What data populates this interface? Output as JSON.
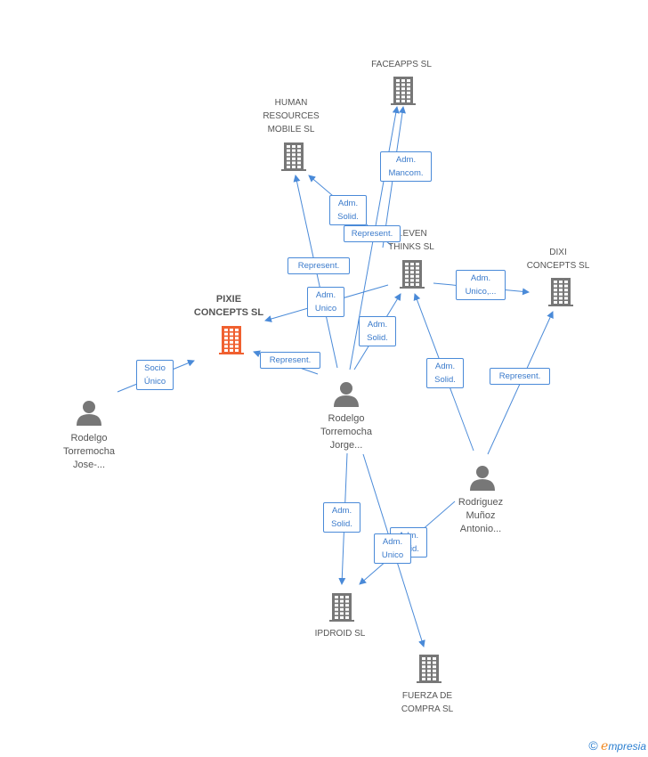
{
  "colors": {
    "edge": "#4a8ad8",
    "node": "#777777",
    "highlight": "#f06030",
    "label_text": "#3a7acb"
  },
  "nodes": {
    "faceapps": {
      "label": "FACEAPPS SL",
      "icon": "building-icon"
    },
    "human_resources": {
      "label": "HUMAN\nRESOURCES\nMOBILE SL",
      "icon": "building-icon"
    },
    "seven_thinks": {
      "label": "...EVEN\nTHINKS SL",
      "icon": "building-icon"
    },
    "dixi": {
      "label": "DIXI\nCONCEPTS SL",
      "icon": "building-icon"
    },
    "pixie": {
      "label": "PIXIE\nCONCEPTS SL",
      "icon": "building-icon"
    },
    "ipdroid": {
      "label": "IPDROID SL",
      "icon": "building-icon"
    },
    "fuerza": {
      "label": "FUERZA DE\nCOMPRA SL",
      "icon": "building-icon"
    },
    "rodelgo_jorge": {
      "label": "Rodelgo\nTorremocha\nJorge...",
      "icon": "person-icon"
    },
    "rodelgo_jose": {
      "label": "Rodelgo\nTorremocha\nJose-...",
      "icon": "person-icon"
    },
    "rodriguez": {
      "label": "Rodriguez\nMuñoz\nAntonio...",
      "icon": "person-icon"
    }
  },
  "edge_labels": {
    "adm_mancom": "Adm.\nMancom.",
    "adm_solid_hr": "Adm.\nSolid.",
    "represent_seven": "Represent.",
    "represent_hr": "Represent.",
    "adm_unico_pixie": "Adm.\nUnico",
    "adm_unico_dixi": "Adm.\nUnico,...",
    "adm_solid_seven_jorge": "Adm.\nSolid.",
    "represent_pixie": "Represent.",
    "socio_unico": "Socio\nÚnico",
    "adm_solid_seven_rod": "Adm.\nSolid.",
    "represent_dixi": "Represent.",
    "adm_solid_ipdroid": "Adm.\nSolid.",
    "adm_solid_ipdroid_rod": "Adm.\nSolid.",
    "adm_unico_ipdroid": "Adm.\nUnico"
  },
  "brand": {
    "copyright": "©",
    "name_first": "e",
    "name_rest": "mpresia"
  }
}
